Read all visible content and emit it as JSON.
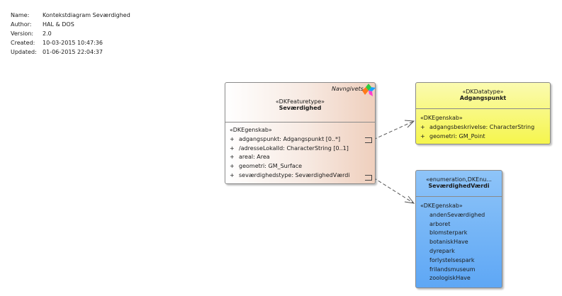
{
  "meta": [
    {
      "k": "Name:",
      "v": "Kontekstdiagram Seværdighed"
    },
    {
      "k": "Author:",
      "v": "HAL & DOS"
    },
    {
      "k": "Version:",
      "v": "2.0"
    },
    {
      "k": "Created:",
      "v": "10-03-2015 10:47:36"
    },
    {
      "k": "Updated:",
      "v": "01-06-2015 22:04:37"
    }
  ],
  "feature": {
    "tag": "Navngivets...",
    "stereotype": "«DKFeaturetype»",
    "name": "Seværdighed",
    "section": "«DKEgenskab»",
    "attributes": [
      {
        "vis": "+",
        "text": "adgangspunkt: Adgangspunkt [0..*]"
      },
      {
        "vis": "+",
        "text": "/adresseLokalId: CharacterString [0..1]"
      },
      {
        "vis": "+",
        "text": "areal: Area"
      },
      {
        "vis": "+",
        "text": "geometri: GM_Surface"
      },
      {
        "vis": "+",
        "text": "seværdighedstype: SeværdighedVærdi"
      }
    ]
  },
  "datatype": {
    "stereotype": "«DKDatatype»",
    "name": "Adgangspunkt",
    "section": "«DKEgenskab»",
    "attributes": [
      {
        "vis": "+",
        "text": "adgangsbeskrivelse: CharacterString"
      },
      {
        "vis": "+",
        "text": "geometri: GM_Point"
      }
    ]
  },
  "enumeration": {
    "stereotype": "«enumeration,DKEnu...",
    "name": "SeværdighedVærdi",
    "section": "«DKEgenskab»",
    "literals": [
      "andenSeværdighed",
      "arboret",
      "blomsterpark",
      "botaniskHave",
      "dyrepark",
      "forlystelsespark",
      "frilandsmuseum",
      "zoologiskHave"
    ]
  },
  "colors": {
    "feature_fill": "#efcfbd",
    "datatype_fill": "#f5f54d",
    "enumeration_fill": "#5ea7f5",
    "border": "#8a8a8a",
    "connector": "#555555"
  },
  "icons": {
    "feature_tag": "multicolor-gem-icon"
  }
}
